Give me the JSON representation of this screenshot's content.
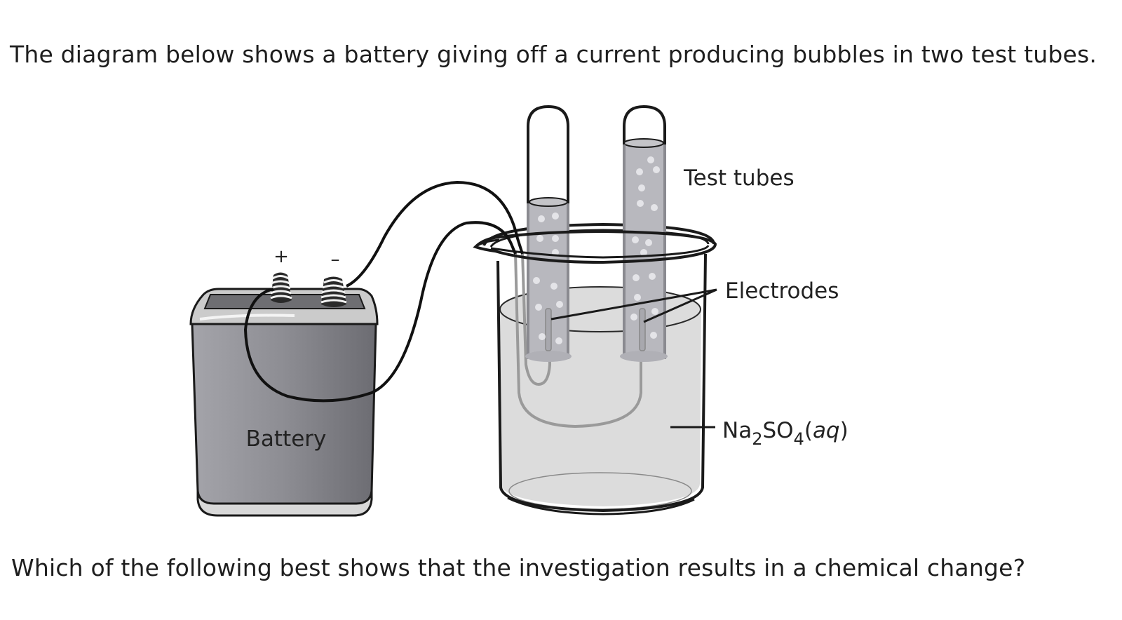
{
  "prompt": "The diagram below shows a battery giving off a current producing bubbles in two test tubes.",
  "question": "Which of the following best shows that the investigation results in a chemical change?",
  "diagram": {
    "battery_label": "Battery",
    "positive_terminal": "+",
    "negative_terminal": "–",
    "test_tubes_label": "Test tubes",
    "electrodes_label": "Electrodes",
    "solution_label": {
      "na": "Na",
      "sub1": "2",
      "so": "SO",
      "sub2": "4",
      "open": "(",
      "state": "aq",
      "close": ")"
    },
    "colors": {
      "battery_body": "#8e8e94",
      "battery_top": "#c8c8c8",
      "solution": "#dcdcdc",
      "tube_liquid": "#b8b8be",
      "bubble": "#e4e4e8",
      "outline": "#1a1a1a"
    }
  }
}
